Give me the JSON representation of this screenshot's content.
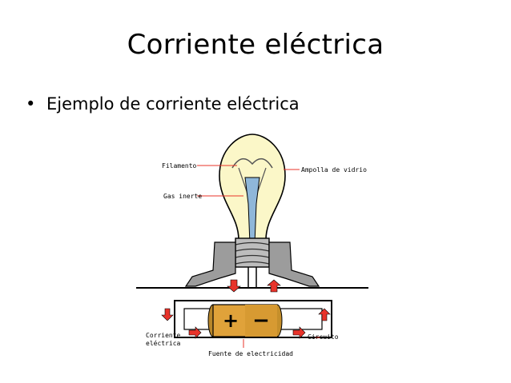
{
  "slide": {
    "title": "Corriente eléctrica",
    "bullet": "Ejemplo de corriente eléctrica"
  },
  "figure": {
    "labels": {
      "filamento": "Filamento",
      "ampolla": "Ampolla de vidrio",
      "gas": "Gas inerte",
      "corriente_line1": "Corriente",
      "corriente_line2": "eléctrica",
      "circuito": "Circuito",
      "fuente": "Fuente de electricidad"
    },
    "battery": {
      "plus": "+",
      "minus": "−"
    },
    "colors": {
      "glass": "#fbf7c8",
      "arrow": "#e8332a",
      "battery_body": "#e0a23a",
      "socket": "#9c9c9c"
    }
  }
}
